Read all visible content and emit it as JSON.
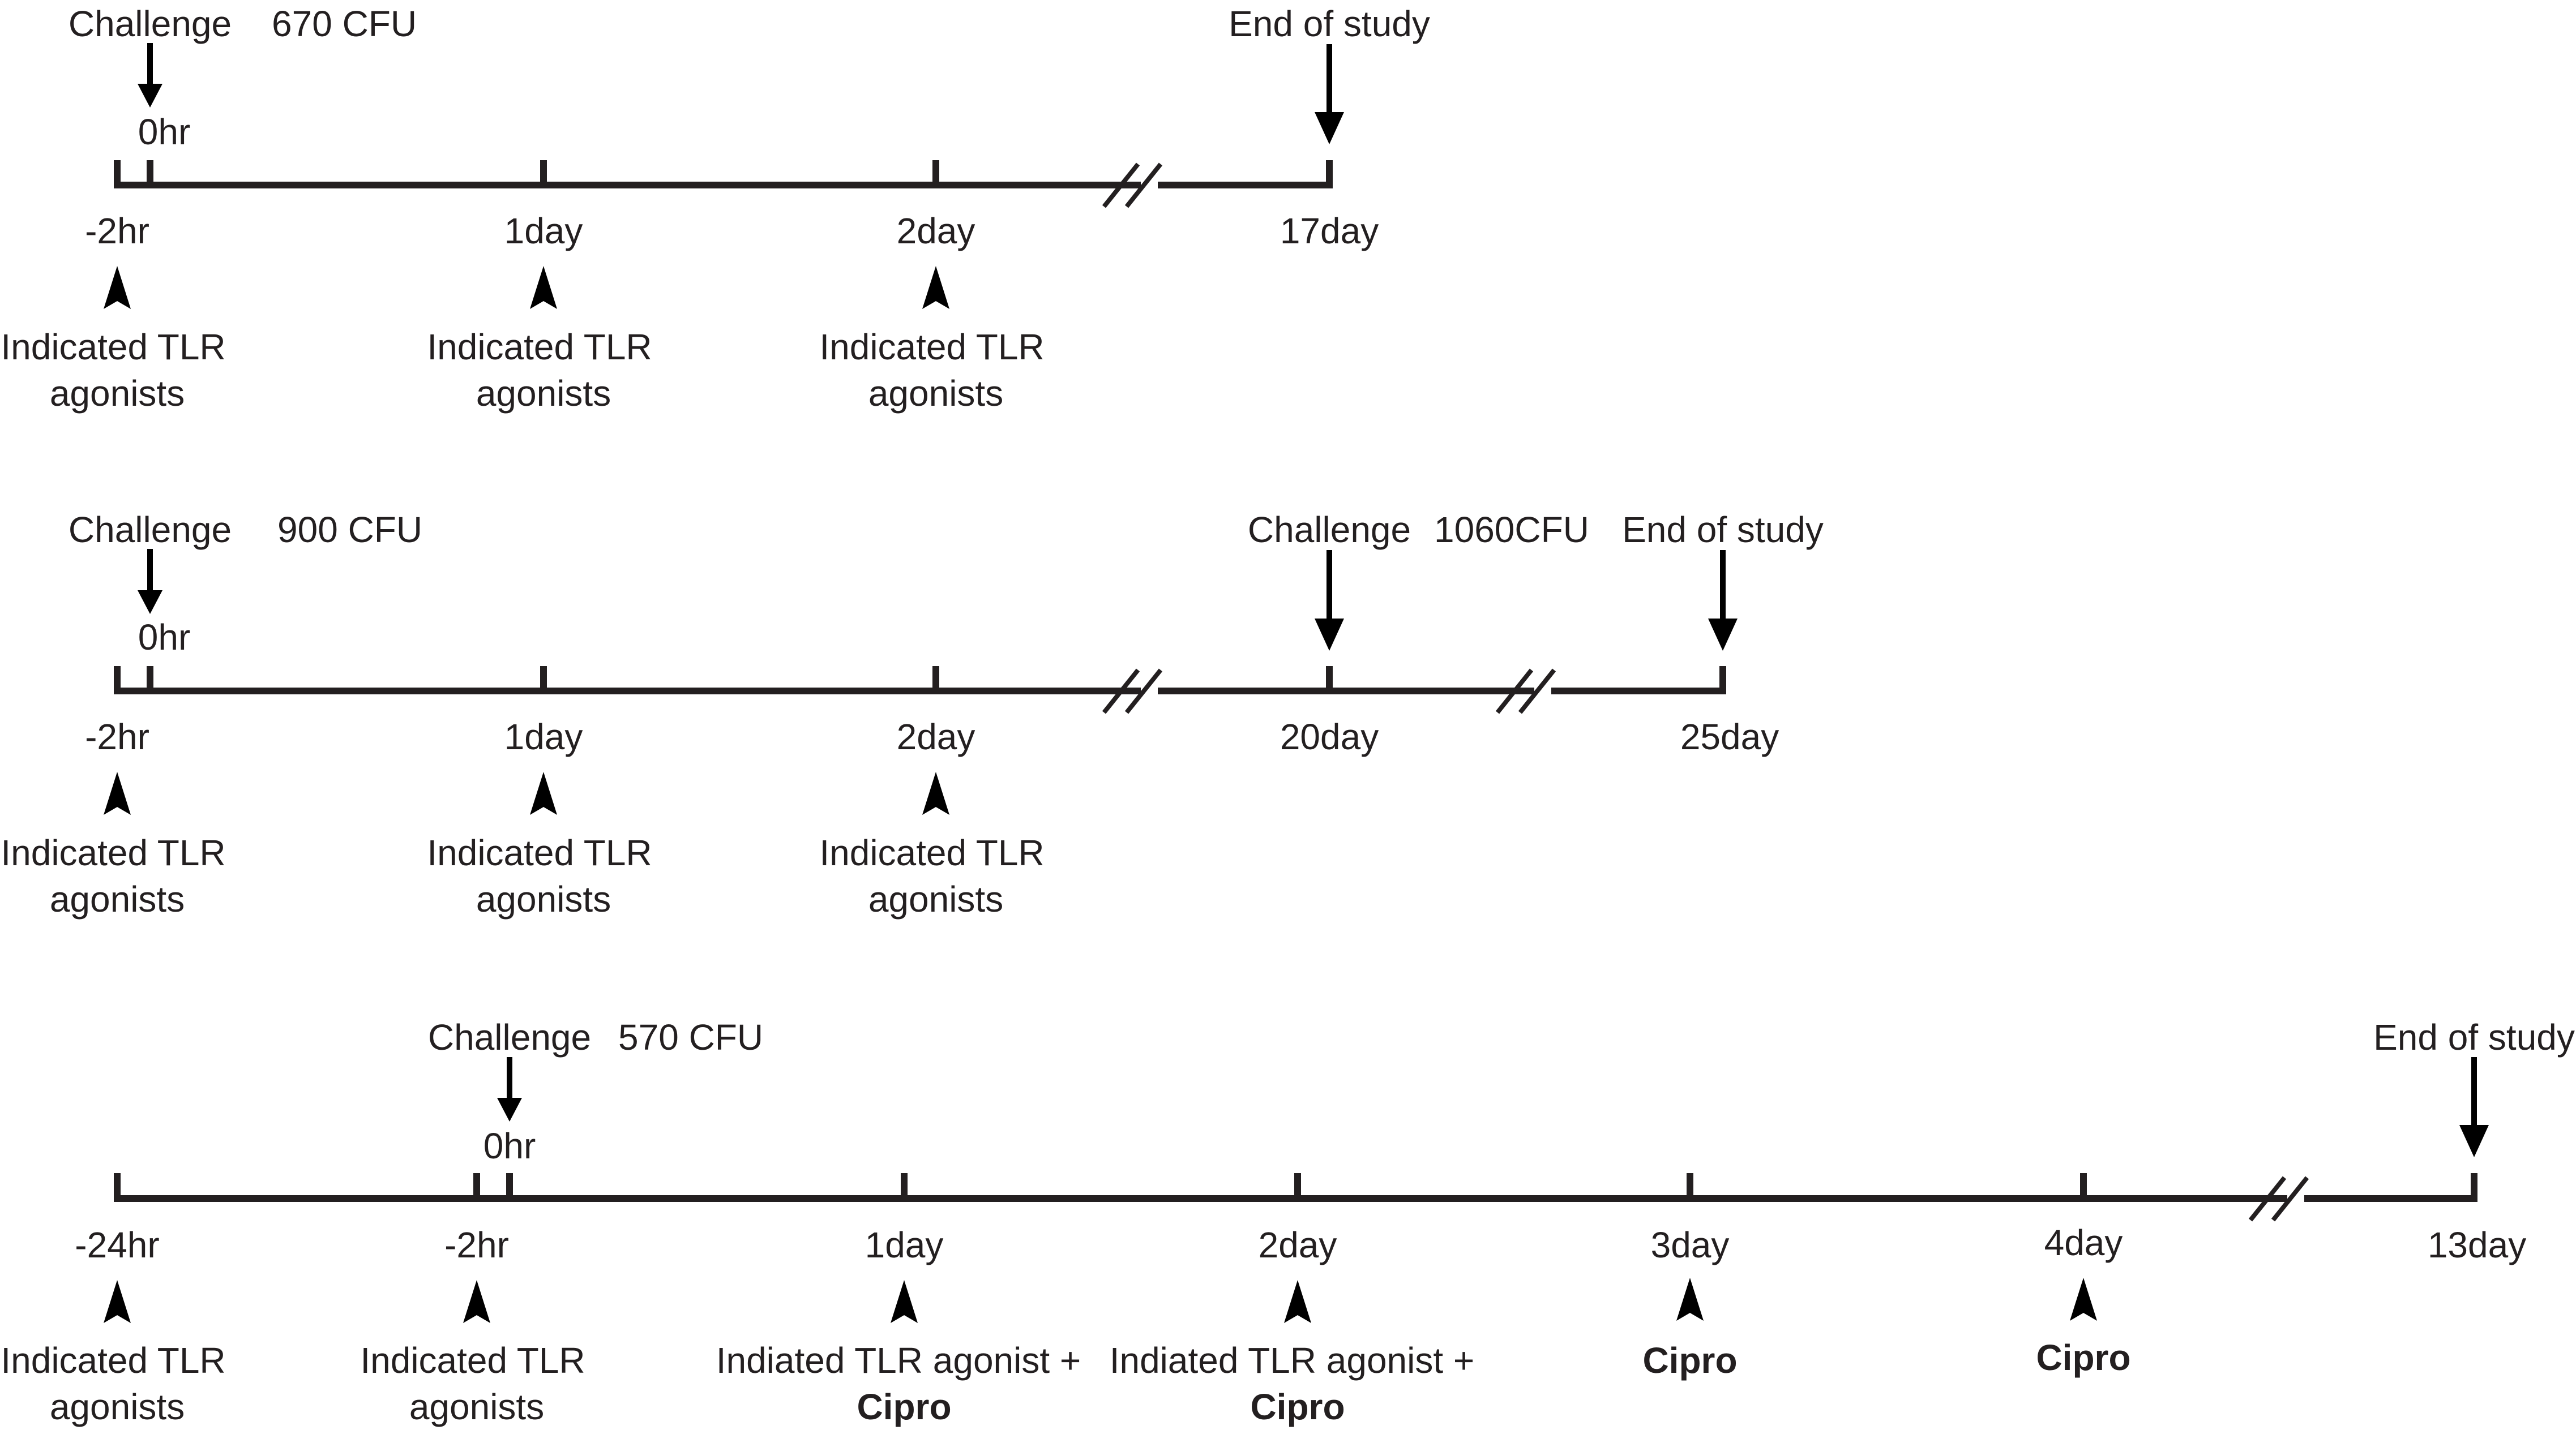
{
  "timelines": [
    {
      "id": "t1",
      "challenge": {
        "label": "Challenge",
        "dose": "670 CFU",
        "time": "0hr"
      },
      "end": {
        "label": "End of study",
        "time": "17day"
      },
      "ticks": [
        "-2hr",
        "1day",
        "2day",
        "17day"
      ],
      "treatments": [
        {
          "time": "-2hr",
          "line1": "Indicated TLR",
          "line2": "agonists"
        },
        {
          "time": "1day",
          "line1": "Indicated TLR",
          "line2": "agonists"
        },
        {
          "time": "2day",
          "line1": "Indicated TLR",
          "line2": "agonists"
        }
      ]
    },
    {
      "id": "t2",
      "challenge": {
        "label": "Challenge",
        "dose": "900 CFU",
        "time": "0hr"
      },
      "rechallenge": {
        "label": "Challenge",
        "dose": "1060CFU",
        "time": "20day"
      },
      "end": {
        "label": "End of study",
        "time": "25day"
      },
      "ticks": [
        "-2hr",
        "1day",
        "2day",
        "20day",
        "25day"
      ],
      "treatments": [
        {
          "time": "-2hr",
          "line1": "Indicated TLR",
          "line2": "agonists"
        },
        {
          "time": "1day",
          "line1": "Indicated TLR",
          "line2": "agonists"
        },
        {
          "time": "2day",
          "line1": "Indicated TLR",
          "line2": "agonists"
        }
      ]
    },
    {
      "id": "t3",
      "challenge": {
        "label": "Challenge",
        "dose": "570 CFU",
        "time": "0hr"
      },
      "end": {
        "label": "End of study",
        "time": "13day"
      },
      "ticks": [
        "-24hr",
        "-2hr",
        "1day",
        "2day",
        "3day",
        "4day",
        "13day"
      ],
      "treatments": [
        {
          "time": "-24hr",
          "line1": "Indicated TLR",
          "line2": "agonists"
        },
        {
          "time": "-2hr",
          "line1": "Indicated TLR",
          "line2": "agonists"
        },
        {
          "time": "1day",
          "line1": "Indiated TLR agonist +",
          "line2": "Cipro"
        },
        {
          "time": "2day",
          "line1": "Indiated TLR agonist +",
          "line2": "Cipro"
        },
        {
          "time": "3day",
          "line1": "Cipro"
        },
        {
          "time": "4day",
          "line1": "Cipro"
        }
      ]
    }
  ]
}
